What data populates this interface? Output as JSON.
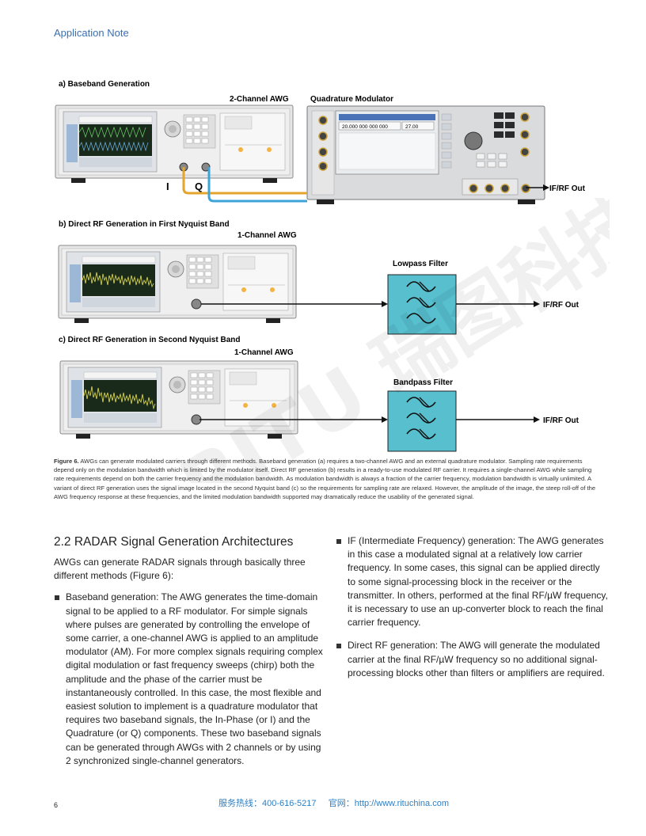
{
  "header": {
    "title": "Application Note"
  },
  "figure": {
    "sections": [
      {
        "label": "a) Baseband Generation"
      },
      {
        "label": "b) Direct RF Generation in First Nyquist Band"
      },
      {
        "label": "c) Direct RF Generation in Second Nyquist Band"
      }
    ],
    "devices": {
      "awg2": "2-Channel AWG",
      "awg1_b": "1-Channel AWG",
      "awg1_c": "1-Channel AWG",
      "modulator": "Quadrature Modulator",
      "lowpass": "Lowpass Filter",
      "bandpass": "Bandpass Filter"
    },
    "signals": {
      "i": "I",
      "q": "Q",
      "out_a": "IF/RF Out",
      "out_b": "IF/RF Out",
      "out_c": "IF/RF Out"
    },
    "modulator_display": {
      "freq": "20.000 000 000 000",
      "level": "27.00"
    },
    "colors": {
      "filter": "#57bfce",
      "i_cable": "#e4a52a",
      "q_cable": "#3da3d8"
    }
  },
  "caption": {
    "lead": "Figure 6.",
    "text": " AWGs can generate modulated carriers through different methods. Baseband generation (a) requires a two-channel AWG and an external quadrature modulator. Sampling rate requirements depend only on the modulation bandwidth which is limited by the modulator itself. Direct RF generation (b) results in a ready-to-use modulated RF carrier. It requires a single-channel AWG while sampling rate requirements depend on both the carrier frequency and the modulation bandwidth. As modulation bandwidth is always a fraction of the carrier frequency, modulation bandwidth is virtually unlimited. A variant of direct RF generation uses the signal image located in the second Nyquist band (c) so the requirements for sampling rate are relaxed. However, the amplitude of the image, the steep roll-off of the AWG frequency response at these frequencies, and the limited modulation bandwidth supported may dramatically reduce the usability of the generated signal."
  },
  "section": {
    "title": "2.2 RADAR Signal Generation Architectures",
    "intro": "AWGs can generate RADAR signals through basically three different methods (Figure 6):",
    "bullets_left": [
      "Baseband generation: The AWG generates the time-domain signal to be applied to a RF modulator. For simple signals where pulses are generated by controlling the envelope of some carrier, a one-channel AWG is applied to an amplitude modulator (AM). For more complex signals requiring complex digital modulation or fast frequency sweeps (chirp) both the amplitude and the phase of the carrier must be instantaneously controlled. In this case, the most flexible and easiest solution to implement is a quadrature modulator that requires two baseband signals, the In-Phase (or I) and the Quadrature (or Q) components. These two baseband signals can be generated through AWGs with 2 channels or by using 2 synchronized single-channel generators."
    ],
    "bullets_right": [
      "IF (Intermediate Frequency) generation: The AWG generates in this case a modulated signal at a relatively low carrier frequency. In some cases, this signal can be applied directly to some signal-processing block in the receiver or the transmitter. In others, performed at the final RF/µW frequency, it is necessary to use an up-converter block to reach the final carrier frequency.",
      "Direct RF generation: The AWG will generate the modulated carrier at the final RF/µW frequency so no additional signal-processing blocks other than filters or amplifiers are required."
    ]
  },
  "footer": {
    "page": "6",
    "contact": "服务热线：400-616-5217     官网：http://www.rituchina.com"
  },
  "watermark": {
    "text": "RITU 瑞图科技"
  }
}
